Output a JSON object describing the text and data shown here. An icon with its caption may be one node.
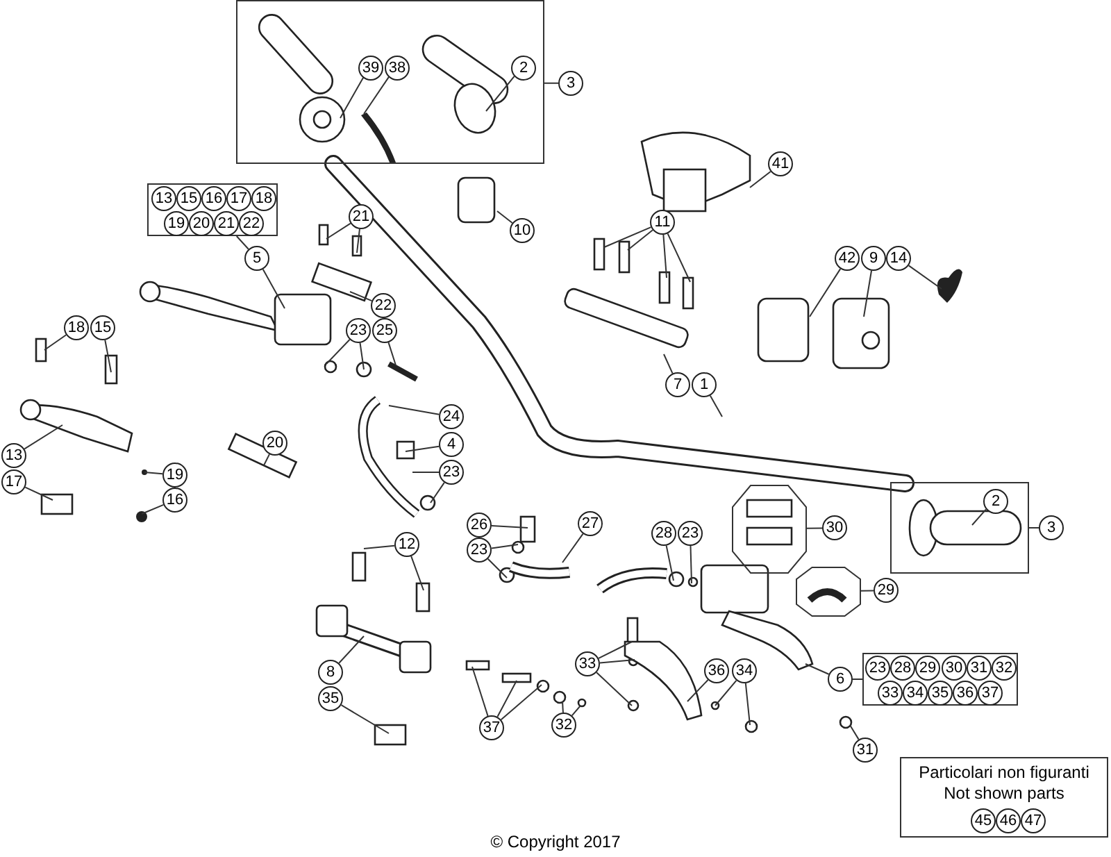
{
  "diagram": {
    "nodes": [
      {
        "text": [],
        "shape": "box"
      },
      {
        "text": [
          "39"
        ],
        "in": 0
      },
      {
        "text": [
          "38"
        ],
        "in": 0
      },
      {
        "text": [
          "2"
        ],
        "in": 0
      },
      {
        "text": [
          "3"
        ]
      },
      {
        "text": [
          "41"
        ]
      },
      {
        "text": [
          "10"
        ]
      },
      {
        "text": [],
        "shape": "box"
      },
      {
        "text": [
          "13"
        ],
        "in": 7
      },
      {
        "text": [
          "15"
        ],
        "in": 7
      },
      {
        "text": [
          "16"
        ],
        "in": 7
      },
      {
        "text": [
          "17"
        ],
        "in": 7
      },
      {
        "text": [
          "18"
        ],
        "in": 7
      },
      {
        "text": [
          "19"
        ],
        "in": 7
      },
      {
        "text": [
          "20"
        ],
        "in": 7
      },
      {
        "text": [
          "21"
        ],
        "in": 7
      },
      {
        "text": [
          "22"
        ],
        "in": 7
      },
      {
        "text": [
          "21"
        ]
      },
      {
        "text": [
          "11"
        ]
      },
      {
        "text": [
          "5"
        ]
      },
      {
        "text": [
          "42"
        ]
      },
      {
        "text": [
          "9"
        ]
      },
      {
        "text": [
          "14"
        ]
      },
      {
        "text": [
          "22"
        ]
      },
      {
        "text": [
          "23"
        ]
      },
      {
        "text": [
          "25"
        ]
      },
      {
        "text": [
          "18"
        ]
      },
      {
        "text": [
          "15"
        ]
      },
      {
        "text": [
          "7"
        ]
      },
      {
        "text": [
          "1"
        ]
      },
      {
        "text": [
          "24"
        ]
      },
      {
        "text": [
          "4"
        ]
      },
      {
        "text": [
          "20"
        ]
      },
      {
        "text": [
          "13"
        ]
      },
      {
        "text": [
          "23"
        ]
      },
      {
        "text": [
          "17"
        ]
      },
      {
        "text": [
          "19"
        ]
      },
      {
        "text": [
          "16"
        ]
      },
      {
        "text": [],
        "shape": "box"
      },
      {
        "text": [
          "2"
        ],
        "in": 38
      },
      {
        "text": [
          "3"
        ]
      },
      {
        "text": [
          "26"
        ]
      },
      {
        "text": [
          "27"
        ]
      },
      {
        "text": [],
        "shape": "octagon"
      },
      {
        "text": [
          "30"
        ]
      },
      {
        "text": [
          "28"
        ]
      },
      {
        "text": [
          "23"
        ]
      },
      {
        "text": [
          "23"
        ]
      },
      {
        "text": [
          "12"
        ]
      },
      {
        "text": [],
        "shape": "octagon"
      },
      {
        "text": [
          "29"
        ]
      },
      {
        "text": [
          "33"
        ]
      },
      {
        "text": [
          "36"
        ]
      },
      {
        "text": [
          "34"
        ]
      },
      {
        "text": [
          "8"
        ]
      },
      {
        "text": [
          "6"
        ]
      },
      {
        "text": [],
        "shape": "box"
      },
      {
        "text": [
          "23"
        ],
        "in": 56
      },
      {
        "text": [
          "28"
        ],
        "in": 56
      },
      {
        "text": [
          "29"
        ],
        "in": 56
      },
      {
        "text": [
          "30"
        ],
        "in": 56
      },
      {
        "text": [
          "31"
        ],
        "in": 56
      },
      {
        "text": [
          "32"
        ],
        "in": 56
      },
      {
        "text": [
          "33"
        ],
        "in": 56
      },
      {
        "text": [
          "34"
        ],
        "in": 56
      },
      {
        "text": [
          "35"
        ],
        "in": 56
      },
      {
        "text": [
          "36"
        ],
        "in": 56
      },
      {
        "text": [
          "37"
        ],
        "in": 56
      },
      {
        "text": [
          "35"
        ]
      },
      {
        "text": [
          "32"
        ]
      },
      {
        "text": [
          "37"
        ]
      },
      {
        "text": [
          "31"
        ]
      },
      {
        "text": [
          "Particolari non figuranti",
          "Not shown parts"
        ]
      },
      {
        "text": [
          "45"
        ],
        "in": 72
      },
      {
        "text": [
          "46"
        ],
        "in": 72
      },
      {
        "text": [
          "47"
        ],
        "in": 72
      }
    ],
    "edges": [
      {
        "from": 0,
        "to": 4,
        "arrow": "none"
      },
      {
        "from": 1,
        "to": null,
        "arrow": "none"
      },
      {
        "from": 2,
        "to": null,
        "arrow": "none"
      },
      {
        "from": 3,
        "to": null,
        "arrow": "none"
      },
      {
        "from": 5,
        "to": null,
        "arrow": "none"
      },
      {
        "from": 6,
        "to": null,
        "arrow": "none"
      },
      {
        "from": 7,
        "to": 19,
        "arrow": "none"
      },
      {
        "from": 17,
        "to": null,
        "arrow": "none"
      },
      {
        "from": 17,
        "to": null,
        "arrow": "none"
      },
      {
        "from": 18,
        "to": null,
        "arrow": "none"
      },
      {
        "from": 18,
        "to": null,
        "arrow": "none"
      },
      {
        "from": 18,
        "to": null,
        "arrow": "none"
      },
      {
        "from": 18,
        "to": null,
        "arrow": "none"
      },
      {
        "from": 19,
        "to": null,
        "arrow": "none"
      },
      {
        "from": 20,
        "to": null,
        "arrow": "none"
      },
      {
        "from": 21,
        "to": null,
        "arrow": "none"
      },
      {
        "from": 22,
        "to": null,
        "arrow": "none"
      },
      {
        "from": 23,
        "to": null,
        "arrow": "none"
      },
      {
        "from": 24,
        "to": null,
        "arrow": "none"
      },
      {
        "from": 24,
        "to": null,
        "arrow": "none"
      },
      {
        "from": 25,
        "to": null,
        "arrow": "none"
      },
      {
        "from": 26,
        "to": null,
        "arrow": "none"
      },
      {
        "from": 27,
        "to": null,
        "arrow": "none"
      },
      {
        "from": 28,
        "to": null,
        "arrow": "none"
      },
      {
        "from": 29,
        "to": null,
        "arrow": "none"
      },
      {
        "from": 30,
        "to": null,
        "arrow": "none"
      },
      {
        "from": 31,
        "to": null,
        "arrow": "none"
      },
      {
        "from": 34,
        "to": null,
        "arrow": "none"
      },
      {
        "from": 34,
        "to": null,
        "arrow": "none"
      },
      {
        "from": 32,
        "to": null,
        "arrow": "none"
      },
      {
        "from": 33,
        "to": null,
        "arrow": "none"
      },
      {
        "from": 35,
        "to": null,
        "arrow": "none"
      },
      {
        "from": 36,
        "to": null,
        "arrow": "none"
      },
      {
        "from": 37,
        "to": null,
        "arrow": "none"
      },
      {
        "from": 38,
        "to": 40,
        "arrow": "none"
      },
      {
        "from": 39,
        "to": null,
        "arrow": "none"
      },
      {
        "from": 41,
        "to": null,
        "arrow": "none"
      },
      {
        "from": 47,
        "to": null,
        "arrow": "none"
      },
      {
        "from": 47,
        "to": null,
        "arrow": "none"
      },
      {
        "from": 42,
        "to": null,
        "arrow": "none"
      },
      {
        "from": 43,
        "to": 44,
        "arrow": "none"
      },
      {
        "from": 45,
        "to": null,
        "arrow": "none"
      },
      {
        "from": 46,
        "to": null,
        "arrow": "none"
      },
      {
        "from": 48,
        "to": null,
        "arrow": "none"
      },
      {
        "from": 48,
        "to": null,
        "arrow": "none"
      },
      {
        "from": 49,
        "to": 50,
        "arrow": "none"
      },
      {
        "from": 51,
        "to": null,
        "arrow": "none"
      },
      {
        "from": 51,
        "to": null,
        "arrow": "none"
      },
      {
        "from": 51,
        "to": null,
        "arrow": "none"
      },
      {
        "from": 52,
        "to": null,
        "arrow": "none"
      },
      {
        "from": 53,
        "to": null,
        "arrow": "none"
      },
      {
        "from": 53,
        "to": null,
        "arrow": "none"
      },
      {
        "from": 54,
        "to": null,
        "arrow": "none"
      },
      {
        "from": 55,
        "to": null,
        "arrow": "none"
      },
      {
        "from": 56,
        "to": 55,
        "arrow": "none"
      },
      {
        "from": 68,
        "to": null,
        "arrow": "none"
      },
      {
        "from": 70,
        "to": null,
        "arrow": "none"
      },
      {
        "from": 70,
        "to": null,
        "arrow": "none"
      },
      {
        "from": 70,
        "to": null,
        "arrow": "none"
      },
      {
        "from": 69,
        "to": null,
        "arrow": "none"
      },
      {
        "from": 69,
        "to": null,
        "arrow": "none"
      },
      {
        "from": 71,
        "to": null,
        "arrow": "none"
      }
    ],
    "labels": [
      "© Copyright 2017"
    ]
  }
}
